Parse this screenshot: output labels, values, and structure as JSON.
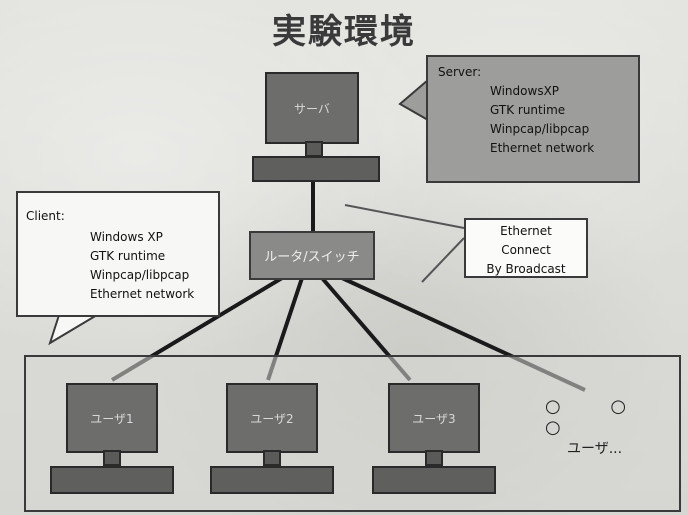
{
  "title": "実験環境",
  "server": {
    "monitor_label": "サーバ",
    "heading": "Server:",
    "items": [
      "WindowsXP",
      "GTK runtime",
      "Winpcap/libpcap",
      "Ethernet network"
    ]
  },
  "client": {
    "heading": "Client:",
    "items": [
      "Windows XP",
      "GTK runtime",
      "Winpcap/libpcap",
      "Ethernet network"
    ]
  },
  "router": {
    "label": "ルータ/スイッチ"
  },
  "ethernet_note": {
    "lines": [
      "Ethernet",
      "Connect",
      "By Broadcast"
    ]
  },
  "users": {
    "monitor_labels": [
      "ユーザ1",
      "ユーザ2",
      "ユーザ3"
    ],
    "dots": "○ ○ ○",
    "more_label": "ユーザ..."
  },
  "colors": {
    "server_box": "#9d9d9b",
    "monitor": "#6d6d6b",
    "router": "#8a8a88"
  }
}
